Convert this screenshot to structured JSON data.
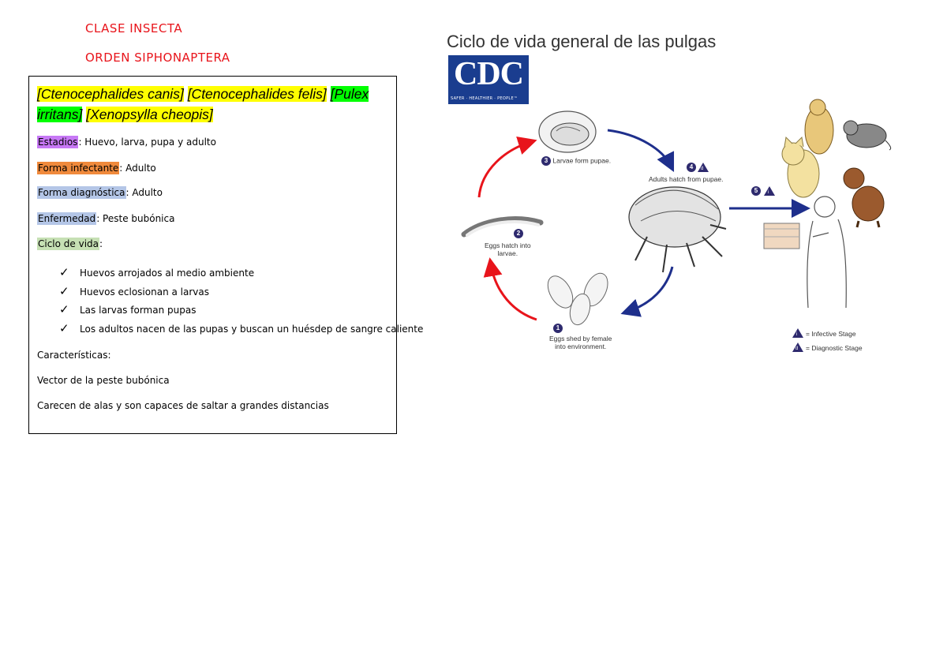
{
  "headers": {
    "class": "CLASE INSECTA",
    "order": "ORDEN SIPHONAPTERA"
  },
  "species": {
    "canis": "[Ctenocephalides canis]",
    "felis": "[Ctenocephalides felis]",
    "pulex_1": "[Pulex",
    "pulex_2": "irritans]",
    "xenopsylla": "[Xenopsylla cheopis]"
  },
  "fields": {
    "estadios_label": "Estadios",
    "estadios_value": ": Huevo, larva, pupa y adulto",
    "infectante_label": "Forma infectante",
    "infectante_value": ": Adulto",
    "diagnostica_label": "Forma diagnóstica",
    "diagnostica_value": ": Adulto",
    "enfermedad_label": "Enfermedad",
    "enfermedad_value": ": Peste bubónica",
    "ciclo_label": "Ciclo de vida",
    "ciclo_value": ":"
  },
  "cycle_items": [
    "Huevos arrojados al medio ambiente",
    "Huevos eclosionan a larvas",
    "Las larvas forman pupas",
    "Los adultos nacen de las pupas y buscan un huésdep de sangre caliente"
  ],
  "characteristics": {
    "heading": "Características:",
    "line1": "Vector de la peste bubónica",
    "line2": "Carecen de alas y son capaces de saltar a grandes distancias"
  },
  "figure": {
    "title": "Ciclo de vida general de las pulgas",
    "logo": "CDC",
    "logo_sub": "SAFER · HEALTHIER · PEOPLE™",
    "step1_num": "1",
    "step1_line1": "Eggs shed by female",
    "step1_line2": "into environment.",
    "step2_num": "2",
    "step2_line1": "Eggs hatch into",
    "step2_line2": "larvae.",
    "step3_num": "3",
    "step3_text": "Larvae form pupae.",
    "step4_num": "4",
    "step4_text": "Adults hatch from pupae.",
    "step5_num": "5",
    "legend_infective": "= Infective Stage",
    "legend_diagnostic": "= Diagnostic Stage",
    "icon_i": "i",
    "icon_d": "d"
  },
  "colors": {
    "header_red": "#e8141b",
    "arrow_red": "#e8141b",
    "arrow_blue": "#1e2f8c",
    "cdc_blue": "#1a3d8f"
  }
}
